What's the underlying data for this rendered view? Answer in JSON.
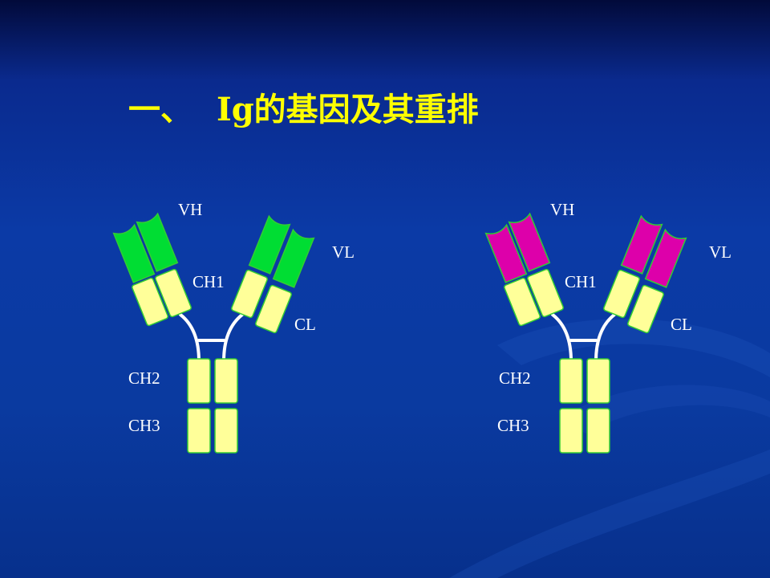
{
  "title": {
    "part1": "一、",
    "part2": "Ig的基因及其重排"
  },
  "colors": {
    "background": "#0b3aa6",
    "title": "#ffff00",
    "label": "#ffffff",
    "constant_domain": "#ffff99",
    "domain_outline": "#33cc33",
    "hinge": "#ffffff"
  },
  "antibodies": [
    {
      "variable_color": "#00dd33",
      "labels": {
        "vh": "VH",
        "vl": "VL",
        "ch1": "CH1",
        "cl": "CL",
        "ch2": "CH2",
        "ch3": "CH3"
      }
    },
    {
      "variable_color": "#dd00aa",
      "labels": {
        "vh": "VH",
        "vl": "VL",
        "ch1": "CH1",
        "cl": "CL",
        "ch2": "CH2",
        "ch3": "CH3"
      }
    }
  ]
}
